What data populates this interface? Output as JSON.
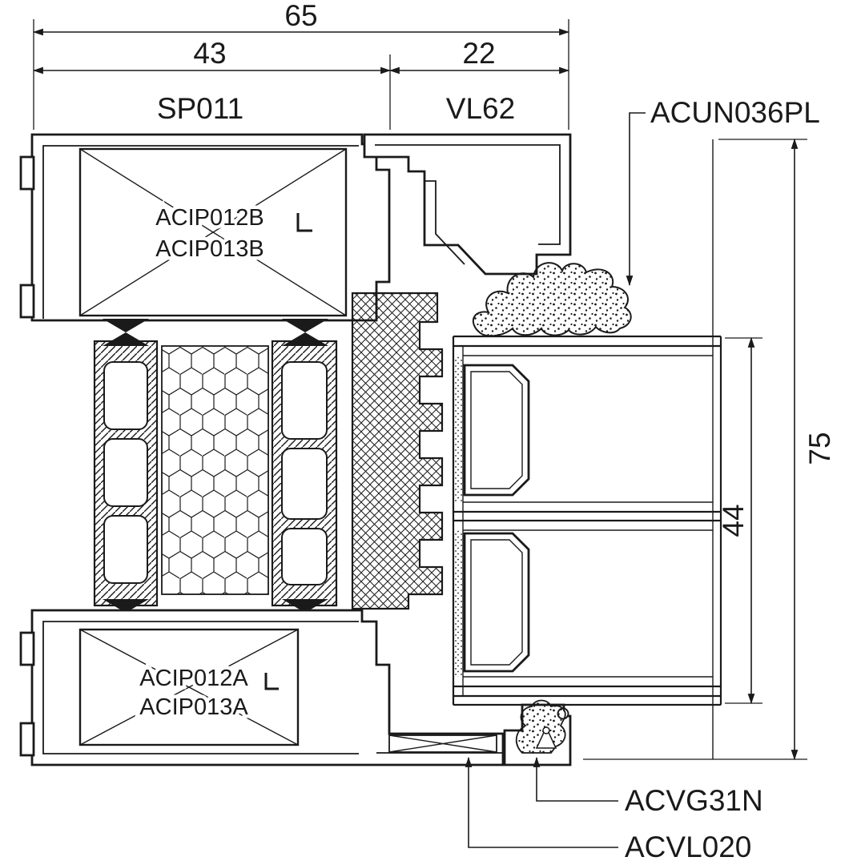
{
  "dimensions": {
    "overall_width": "65",
    "frame_width": "43",
    "sash_width": "22",
    "overall_height": "75",
    "glass_unit_height": "44"
  },
  "parts": {
    "frame_profile": "SP011",
    "sash_profile": "VL62",
    "glazing_gasket": "ACUN036PL",
    "insulation_top_1": "ACIP012B",
    "insulation_top_2": "ACIP013B",
    "insulation_bottom_1": "ACIP012A",
    "insulation_bottom_2": "ACIP013A",
    "wedge_gasket": "ACVG31N",
    "glazing_support": "ACVL020"
  },
  "colors": {
    "line": "#1a1a1a",
    "background": "#ffffff"
  }
}
